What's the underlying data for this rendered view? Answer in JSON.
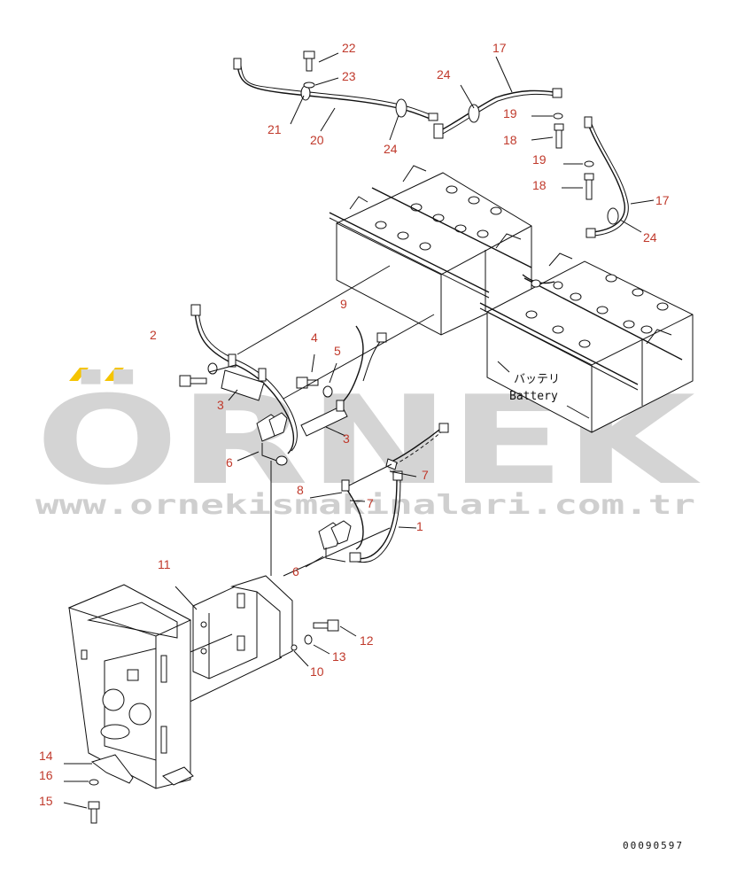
{
  "watermark": {
    "brand": "ÖRNEK",
    "url": "www.ornekismakinalari.com.tr",
    "accent_color": "#f5c400"
  },
  "battery_label": {
    "japanese": "バッテリ",
    "english": "Battery"
  },
  "part_numbers": {
    "p1": "1",
    "p2": "2",
    "p3a": "3",
    "p3b": "3",
    "p4": "4",
    "p5": "5",
    "p6a": "6",
    "p6b": "6",
    "p7a": "7",
    "p7b": "7",
    "p8": "8",
    "p9": "9",
    "p10": "10",
    "p11": "11",
    "p12": "12",
    "p13": "13",
    "p14": "14",
    "p15": "15",
    "p16": "16",
    "p17a": "17",
    "p17b": "17",
    "p18a": "18",
    "p18b": "18",
    "p19a": "19",
    "p19b": "19",
    "p20": "20",
    "p21": "21",
    "p22": "22",
    "p23": "23",
    "p24a": "24",
    "p24b": "24",
    "p24c": "24"
  },
  "drawing_code": "00090597",
  "colors": {
    "callout": "#c0392b",
    "line": "#111111",
    "watermark_gray": "#d4d4d4"
  }
}
